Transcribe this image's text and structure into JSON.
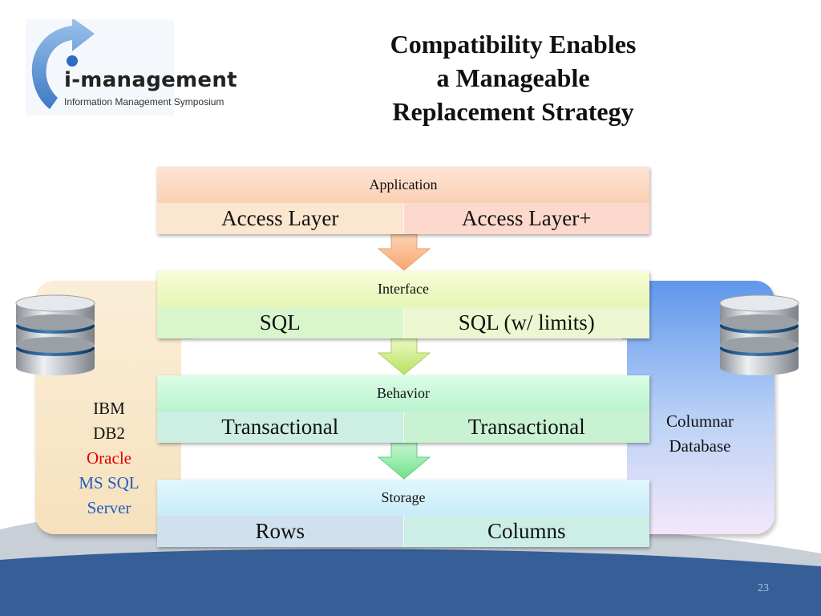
{
  "title": {
    "line1": "Compatibility Enables",
    "line2": "a Manageable",
    "line3": "Replacement Strategy"
  },
  "logo": {
    "main_text": "i-management",
    "sub_text": "Information Management Symposium"
  },
  "layers": [
    {
      "header": "Application",
      "left": "Access Layer",
      "right": "Access Layer+"
    },
    {
      "header": "Interface",
      "left": "SQL",
      "right": "SQL (w/ limits)"
    },
    {
      "header": "Behavior",
      "left": "Transactional",
      "right": "Transactional"
    },
    {
      "header": "Storage",
      "left": "Rows",
      "right": "Columns"
    }
  ],
  "left_panel": {
    "line1": "IBM",
    "line2": "DB2",
    "line3": "Oracle",
    "line4": "MS SQL",
    "line5": "Server"
  },
  "right_panel": {
    "line1": "Columnar",
    "line2": "Database"
  },
  "icons": [
    "database-icon",
    "arrow-down-icon",
    "refresh-arrow-icon"
  ],
  "colors": {
    "oracle_red": "#e00000",
    "ms_sql_blue": "#1f5fc4",
    "footer_blue": "#355f96"
  },
  "page_number": "23"
}
